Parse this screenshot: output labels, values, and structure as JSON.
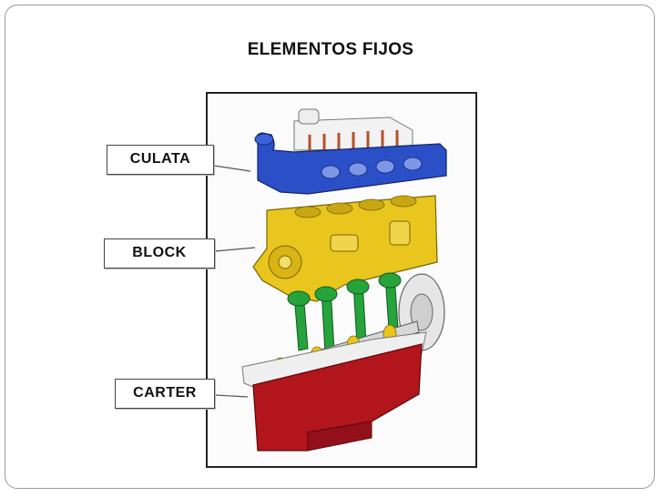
{
  "slide": {
    "title": "ELEMENTOS FIJOS"
  },
  "labels": {
    "culata": "CULATA",
    "block": "BLOCK",
    "carter": "CARTER"
  },
  "colors": {
    "culata": "#2b4fc7",
    "block": "#e8c61e",
    "carter": "#b3151c",
    "connecting_rods": "#27a33c",
    "frame": "#9a9a9a"
  }
}
